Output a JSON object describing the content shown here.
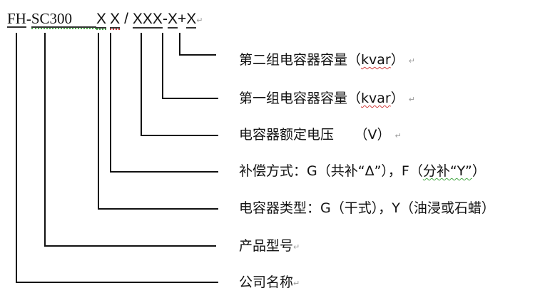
{
  "model_code": {
    "company": "FH",
    "dash1": "-",
    "product": "SC300",
    "comp_mode": "X",
    "cap_type": "X",
    "slash": "/",
    "voltage": "XXX",
    "dash2": "-",
    "group1": "X",
    "plus": "+",
    "group2": "X",
    "para_mark": "↵"
  },
  "labels": [
    {
      "text": "第二组电容器容量（",
      "unit": "kvar",
      "suffix": "）",
      "para_mark": "↵"
    },
    {
      "text": "第一组电容器容量（",
      "unit": "kvar",
      "suffix": "）",
      "para_mark": "↵"
    },
    {
      "text": "电容器额定电压　　（V）",
      "para_mark": "↵"
    },
    {
      "text": "补偿方式：G（共补“Δ”），F（",
      "underlined": "分补“Y”",
      "suffix": "）"
    },
    {
      "text": "电容器类型：G（干式），Y（油浸或石蜡）"
    },
    {
      "text": "产品型号",
      "para_mark": "↵"
    },
    {
      "text": "公司名称",
      "para_mark": "↵"
    }
  ],
  "colors": {
    "line": "#111111",
    "spell_red": "#d04040",
    "grammar_green": "#48a848",
    "para_mark": "#9a9a9a"
  }
}
